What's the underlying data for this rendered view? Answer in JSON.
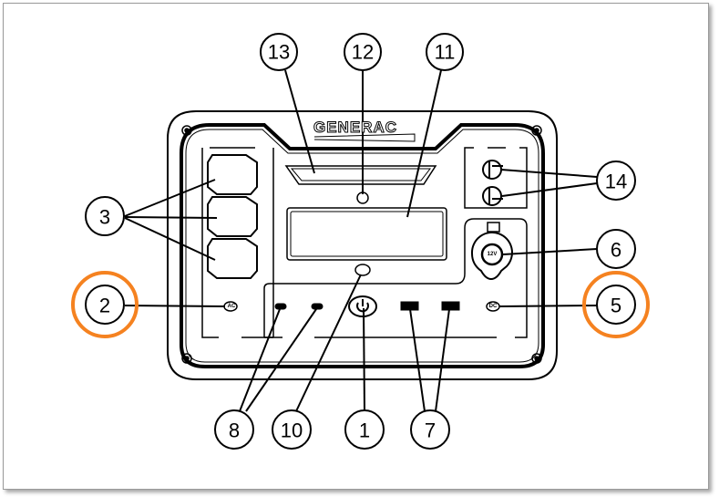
{
  "brand": "GENERAC",
  "panel_labels": {
    "ac": "AC",
    "dc": "DC",
    "socket": "12V"
  },
  "callouts": [
    {
      "id": "callout-13",
      "label": "13",
      "highlighted": false
    },
    {
      "id": "callout-12",
      "label": "12",
      "highlighted": false
    },
    {
      "id": "callout-11",
      "label": "11",
      "highlighted": false
    },
    {
      "id": "callout-3",
      "label": "3",
      "highlighted": false
    },
    {
      "id": "callout-14",
      "label": "14",
      "highlighted": false
    },
    {
      "id": "callout-6",
      "label": "6",
      "highlighted": false
    },
    {
      "id": "callout-2",
      "label": "2",
      "highlighted": true
    },
    {
      "id": "callout-5",
      "label": "5",
      "highlighted": true
    },
    {
      "id": "callout-8",
      "label": "8",
      "highlighted": false
    },
    {
      "id": "callout-10",
      "label": "10",
      "highlighted": false
    },
    {
      "id": "callout-1",
      "label": "1",
      "highlighted": false
    },
    {
      "id": "callout-7",
      "label": "7",
      "highlighted": false
    }
  ],
  "colors": {
    "highlight": "#f58220",
    "line": "#000000"
  }
}
